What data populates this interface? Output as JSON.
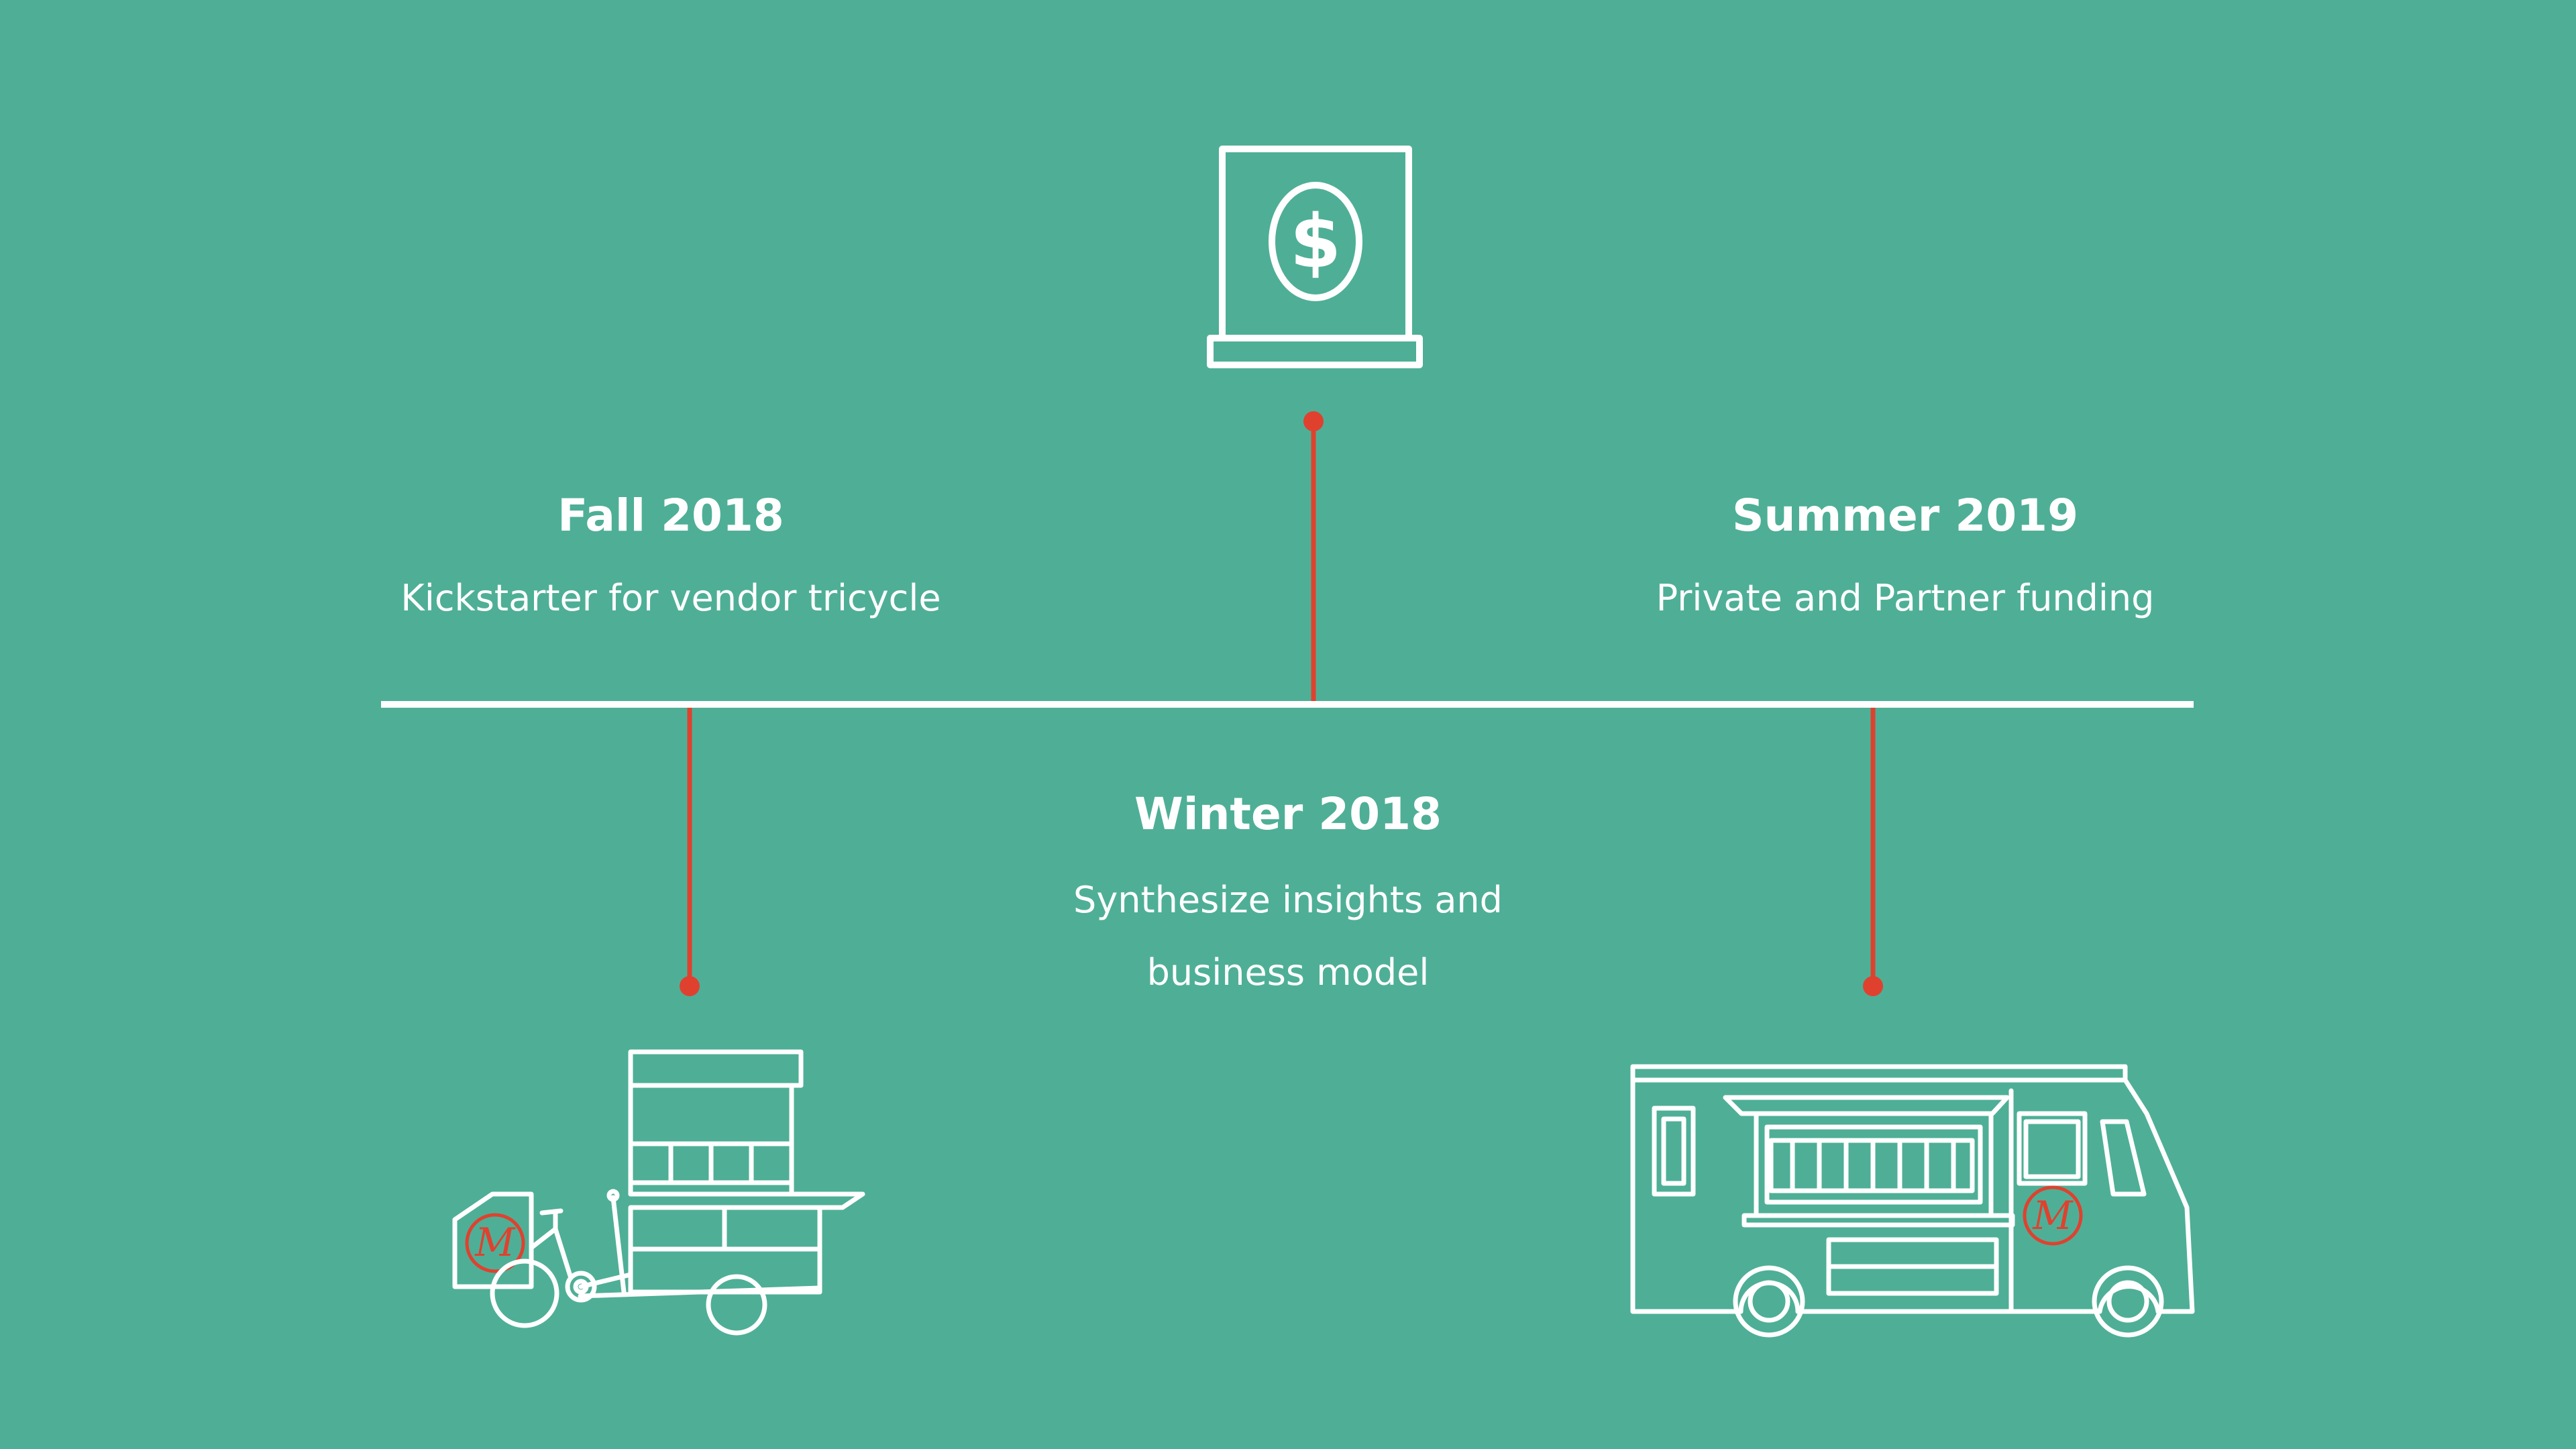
{
  "colors": {
    "background": "#4eaf96",
    "lines": "#ffffff",
    "accent": "#e0412f"
  },
  "timeline": {
    "fall": {
      "title": "Fall 2018",
      "description": "Kickstarter for vendor tricycle",
      "icon": "vendor-tricycle-icon"
    },
    "winter": {
      "title": "Winter 2018",
      "description_line1": "Synthesize insights and",
      "description_line2": "business model",
      "icon": "laptop-dollar-icon"
    },
    "summer": {
      "title": "Summer 2019",
      "description": "Private and Partner funding",
      "icon": "food-truck-icon"
    }
  }
}
